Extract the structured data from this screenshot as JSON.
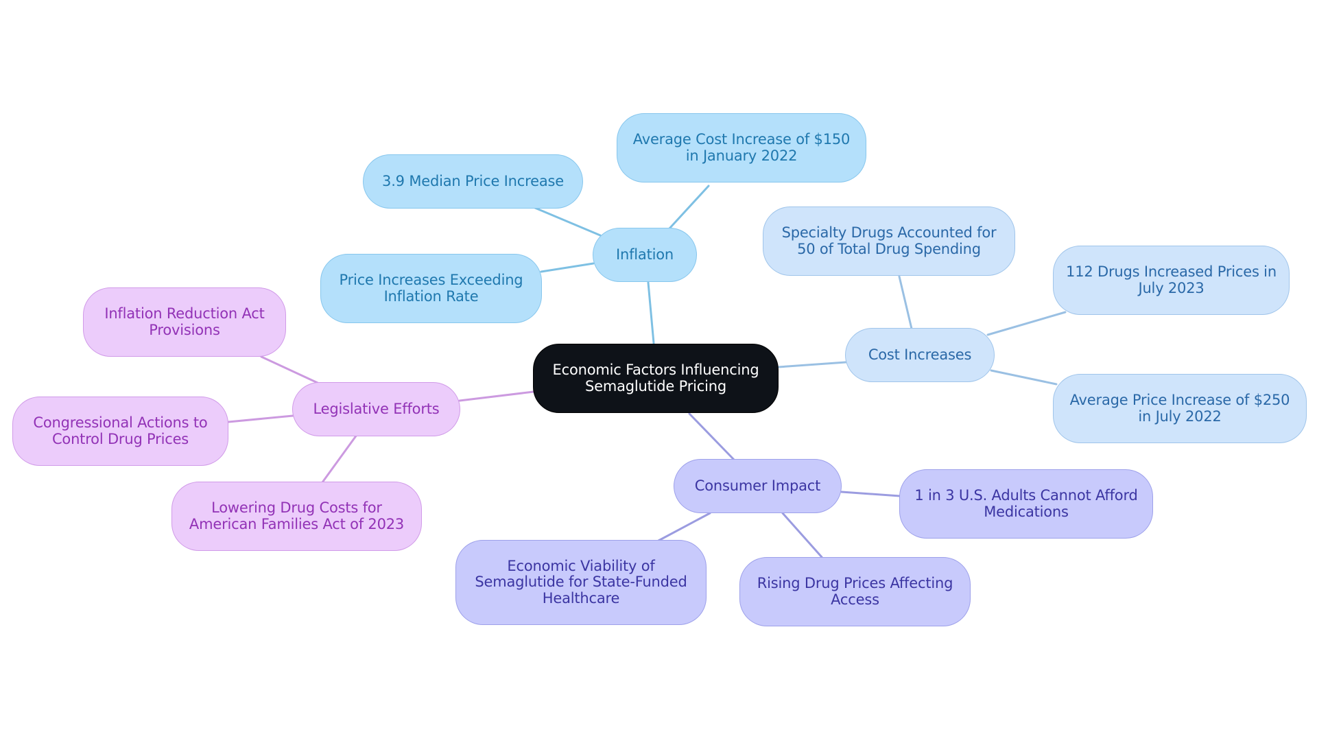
{
  "mindmap": {
    "root": {
      "label": "Economic Factors Influencing Semaglutide Pricing"
    },
    "branches": {
      "inflation": {
        "label": "Inflation",
        "children": [
          "Average Cost Increase of $150 in January 2022",
          "3.9 Median Price Increase",
          "Price Increases Exceeding Inflation Rate"
        ]
      },
      "cost_increases": {
        "label": "Cost Increases",
        "children": [
          "Specialty Drugs Accounted for 50 of Total Drug Spending",
          "112 Drugs Increased Prices in July 2023",
          "Average Price Increase of $250 in July 2022"
        ]
      },
      "consumer_impact": {
        "label": "Consumer Impact",
        "children": [
          "1 in 3 U.S. Adults Cannot Afford Medications",
          "Rising Drug Prices Affecting Access",
          "Economic Viability of Semaglutide for State-Funded Healthcare"
        ]
      },
      "legislative_efforts": {
        "label": "Legislative Efforts",
        "children": [
          "Inflation Reduction Act Provisions",
          "Congressional Actions to Control Drug Prices",
          "Lowering Drug Costs for American Families Act of 2023"
        ]
      }
    },
    "colors": {
      "root_fill": "#0e1218",
      "inflation_fill": "#b4e0fb",
      "inflation_text": "#1f78ae",
      "cost_fill": "#cfe4fb",
      "cost_text": "#2a68a7",
      "consumer_fill": "#c8cafc",
      "consumer_text": "#3b35a2",
      "legislative_fill": "#ecccfb",
      "legislative_text": "#9232b6"
    }
  }
}
